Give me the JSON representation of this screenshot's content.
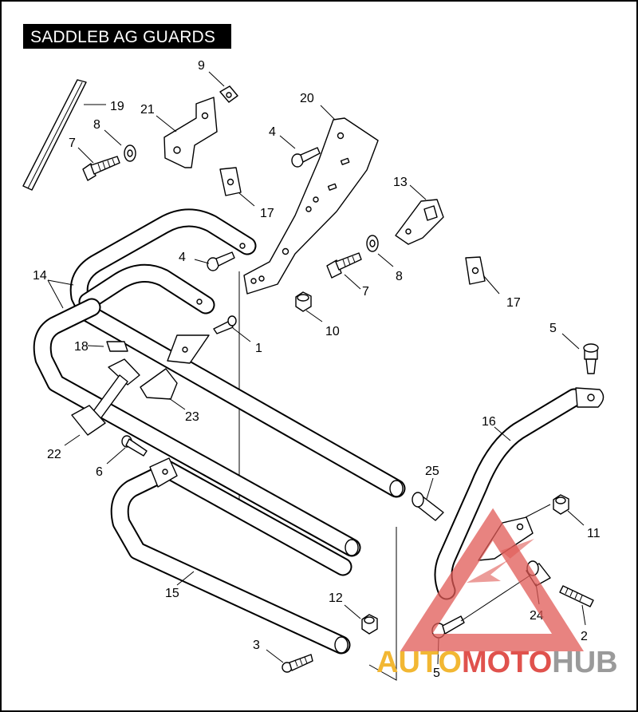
{
  "title": "SADDLEB AG GUARDS",
  "callouts": [
    {
      "id": "c9",
      "text": "9"
    },
    {
      "id": "c19",
      "text": "19"
    },
    {
      "id": "c21",
      "text": "21"
    },
    {
      "id": "c8a",
      "text": "8"
    },
    {
      "id": "c7a",
      "text": "7"
    },
    {
      "id": "c20",
      "text": "20"
    },
    {
      "id": "c4a",
      "text": "4"
    },
    {
      "id": "c17a",
      "text": "17"
    },
    {
      "id": "c13",
      "text": "13"
    },
    {
      "id": "c14",
      "text": "14"
    },
    {
      "id": "c4b",
      "text": "4"
    },
    {
      "id": "c8b",
      "text": "8"
    },
    {
      "id": "c7b",
      "text": "7"
    },
    {
      "id": "c17b",
      "text": "17"
    },
    {
      "id": "c10",
      "text": "10"
    },
    {
      "id": "c1",
      "text": "1"
    },
    {
      "id": "c18",
      "text": "18"
    },
    {
      "id": "c5a",
      "text": "5"
    },
    {
      "id": "c23",
      "text": "23"
    },
    {
      "id": "c16",
      "text": "16"
    },
    {
      "id": "c22",
      "text": "22"
    },
    {
      "id": "c6",
      "text": "6"
    },
    {
      "id": "c25",
      "text": "25"
    },
    {
      "id": "c11",
      "text": "11"
    },
    {
      "id": "c15",
      "text": "15"
    },
    {
      "id": "c12",
      "text": "12"
    },
    {
      "id": "c24",
      "text": "24"
    },
    {
      "id": "c3",
      "text": "3"
    },
    {
      "id": "c2",
      "text": "2"
    },
    {
      "id": "c5b",
      "text": "5"
    }
  ],
  "watermark": {
    "text_part1": "AUTO",
    "text_part2": "MOTO",
    "text_part3": "HUB",
    "colors": {
      "auto": "#f2b733",
      "moto": "#e0524d",
      "hub": "#9a9a9a",
      "triangle": "#e05a55"
    }
  }
}
